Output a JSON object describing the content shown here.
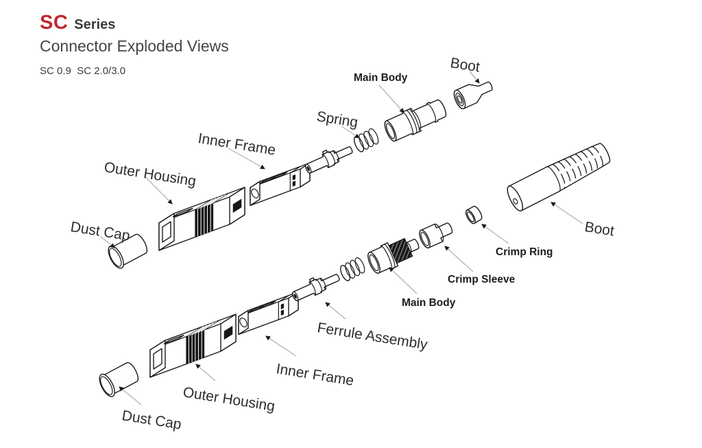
{
  "header": {
    "series_code": "SC",
    "series_word": "Series",
    "title": "Connector Exploded Views",
    "variants": "SC 0.9  SC 2.0/3.0"
  },
  "colors": {
    "accent": "#c1272d",
    "line_art": "#1a1a1a",
    "label_text": "#2d2d2d",
    "leader_line": "#9e9e9e",
    "background": "#ffffff"
  },
  "diagram": {
    "row_top": {
      "dust_cap": "Dust Cap",
      "outer_housing": "Outer Housing",
      "inner_frame": "Inner Frame",
      "spring": "Spring",
      "main_body": "Main Body",
      "boot": "Boot"
    },
    "row_bottom": {
      "dust_cap": "Dust Cap",
      "outer_housing": "Outer Housing",
      "inner_frame": "Inner Frame",
      "ferrule_assembly": "Ferrule Assembly",
      "main_body": "Main Body",
      "crimp_sleeve": "Crimp Sleeve",
      "crimp_ring": "Crimp Ring",
      "boot": "Boot"
    }
  }
}
